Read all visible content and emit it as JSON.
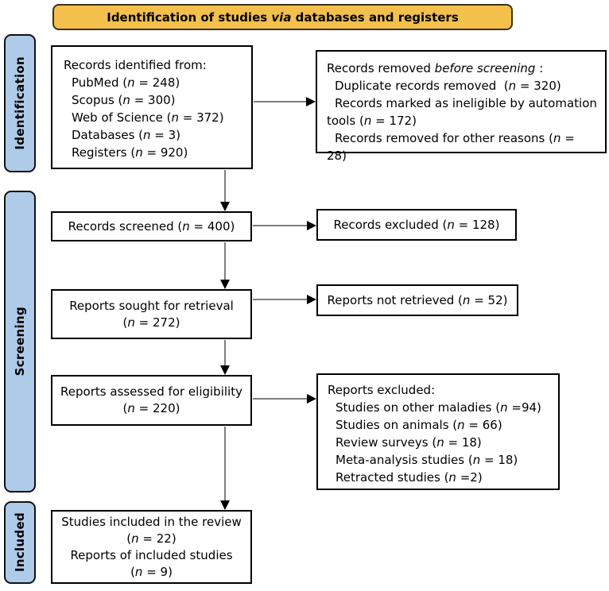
{
  "banner": {
    "t1": "Identification of studies ",
    "i": "via",
    "t2": " databases and registers"
  },
  "side_labels": {
    "identification": "Identification",
    "screening": "Screening",
    "included": "Included"
  },
  "colors": {
    "banner_fill": "#F4C04C",
    "banner_border": "#3D3118",
    "stage_fill": "#AECBE9",
    "box_border": "#000000",
    "arrow_line": "#7F7F7F",
    "arrow_head": "#000000"
  },
  "boxes": {
    "records_identified": {
      "title": "Records identified from:",
      "items": [
        {
          "t1": "PubMed (",
          "i": "n",
          "t2": " = 248)"
        },
        {
          "t1": "Scopus (",
          "i": "n",
          "t2": " = 300)"
        },
        {
          "t1": "Web of Science (",
          "i": "n",
          "t2": " = 372)"
        },
        {
          "t1": "Databases (",
          "i": "n",
          "t2": " = 3)"
        },
        {
          "t1": "Registers (",
          "i": "n",
          "t2": " = 920)"
        }
      ]
    },
    "records_removed": {
      "title": {
        "t1": "Records removed ",
        "i": "before screening",
        "t2": " :"
      },
      "items": [
        {
          "t1": "Duplicate records removed  (",
          "i": "n",
          "t2": " = 320)"
        },
        {
          "t1": "Records marked as ineligible by automation tools (",
          "i": "n",
          "t2": " = 172)"
        },
        {
          "t1": "Records removed for other reasons (",
          "i": "n",
          "t2": " = 28)"
        }
      ]
    },
    "records_screened": {
      "t1": "Records screened (",
      "i": "n",
      "t2": " = 400)"
    },
    "records_excluded": {
      "t1": "Records excluded (",
      "i": "n",
      "t2": " = 128)"
    },
    "reports_sought": {
      "line1": "Reports sought for retrieval",
      "line2": {
        "t1": "(",
        "i": "n",
        "t2": " = 272)"
      }
    },
    "reports_not_retrieved": {
      "t1": "Reports not retrieved (",
      "i": "n",
      "t2": " = 52)"
    },
    "reports_assessed": {
      "line1": "Reports assessed for eligibility",
      "line2": {
        "t1": "(",
        "i": "n",
        "t2": " = 220)"
      }
    },
    "reports_excluded": {
      "title": "Reports excluded:",
      "items": [
        {
          "t1": "Studies on other maladies (",
          "i": "n",
          "t2": " =94)"
        },
        {
          "t1": "Studies on animals (",
          "i": "n",
          "t2": " = 66)"
        },
        {
          "t1": "Review surveys (",
          "i": "n",
          "t2": " = 18)"
        },
        {
          "t1": "Meta-analysis studies (",
          "i": "n",
          "t2": " = 18)"
        },
        {
          "t1": "Retracted studies (",
          "i": "n",
          "t2": " =2)"
        }
      ]
    },
    "studies_included": {
      "line1": "Studies included in the review",
      "line2": {
        "t1": "(",
        "i": "n",
        "t2": " = 22)"
      },
      "line3": "Reports of included studies",
      "line4": {
        "t1": "(",
        "i": "n",
        "t2": " = 9)"
      }
    }
  }
}
